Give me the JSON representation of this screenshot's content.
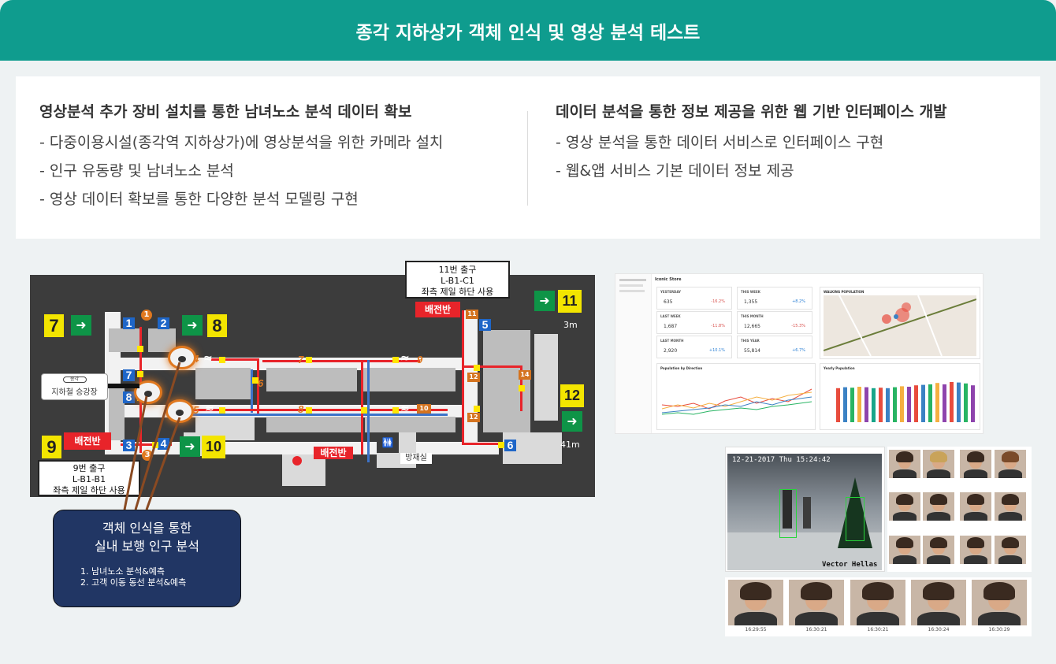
{
  "header": {
    "title": "종각 지하상가 객체 인식 및 영상 분석 테스트"
  },
  "left_column": {
    "title": "영상분석 추가 장비 설치를 통한 남녀노소 분석 데이터 확보",
    "items": [
      "- 다중이용시설(종각역 지하상가)에 영상분석을 위한 카메라 설치",
      "- 인구 유동량 및 남녀노소 분석",
      "- 영상 데이터 확보를 통한 다양한 분석 모델링 구현"
    ]
  },
  "right_column": {
    "title": "데이터 분석을 통한 정보 제공을 위한 웹 기반 인터페이스 개발",
    "items": [
      "- 영상 분석을 통한 데이터 서비스로 인터페이스 구현",
      "- 웹&앱 서비스 기본 데이터 정보 제공"
    ]
  },
  "floor_map": {
    "exit_numbers": [
      "7",
      "8",
      "9",
      "10",
      "11",
      "12"
    ],
    "blue_numbers": [
      "1",
      "2",
      "3",
      "4",
      "5",
      "6",
      "7",
      "8"
    ],
    "orange_numbers": [
      "1",
      "3",
      "4",
      "5",
      "6",
      "7",
      "8",
      "9",
      "10",
      "11",
      "12",
      "14"
    ],
    "panel_label": "배전반",
    "station_label": "지하철 승강장",
    "station_line": "종각",
    "depth_3m": "3m",
    "depth_41m": "41m",
    "room_label": "방재실",
    "callout_11": {
      "line1": "11번 출구",
      "line2": "L-B1-C1",
      "line3": "좌측 제일 하단 사용"
    },
    "callout_9": {
      "line1": "9번 출구",
      "line2": "L-B1-B1",
      "line3": "좌측 제일 하단 사용"
    }
  },
  "legend": {
    "title_line1": "객체 인식을 통한",
    "title_line2": "실내 보행 인구 분석",
    "items": [
      "1. 남녀노소 분석&예측",
      "2. 고객 이동 동선 분석&예측"
    ]
  },
  "dashboard": {
    "store_name": "Iconic Store",
    "kpis": [
      {
        "label": "YESTERDAY",
        "value": "635",
        "change": "-16.2%"
      },
      {
        "label": "THIS WEEK",
        "value": "1,355",
        "change": "+8.2%"
      },
      {
        "label": "LAST WEEK",
        "value": "1,687",
        "change": "-11.8%"
      },
      {
        "label": "THIS MONTH",
        "value": "12,665",
        "change": "-15.3%"
      },
      {
        "label": "LAST MONTH",
        "value": "2,920",
        "change": "+10.1%"
      },
      {
        "label": "THIS YEAR",
        "value": "55,814",
        "change": "+6.7%"
      }
    ],
    "walking_title": "WALKING POPULATION",
    "direction_title": "Population by Direction",
    "yearly_title": "Yearly Population",
    "yearly_bars": [
      0.72,
      0.74,
      0.73,
      0.75,
      0.74,
      0.72,
      0.73,
      0.72,
      0.74,
      0.76,
      0.75,
      0.78,
      0.79,
      0.8,
      0.83,
      0.8,
      0.85,
      0.84,
      0.82,
      0.78
    ],
    "bar_colors": [
      "#e84c3d",
      "#3b82c4",
      "#28b463",
      "#f5b041",
      "#8e44ad",
      "#17a589",
      "#e84c3d",
      "#3b82c4",
      "#28b463",
      "#f5b041",
      "#8e44ad",
      "#e84c3d",
      "#3b82c4",
      "#28b463",
      "#f5b041",
      "#8e44ad",
      "#e84c3d",
      "#3b82c4",
      "#28b463",
      "#8e44ad"
    ]
  },
  "video": {
    "timestamp": "12-21-2017 Thu 15:24:42",
    "watermark": "Vector Hellas",
    "strip_times": [
      "16:29:55",
      "16:30:21",
      "16:30:21",
      "16:30:24",
      "16:30:29"
    ]
  }
}
